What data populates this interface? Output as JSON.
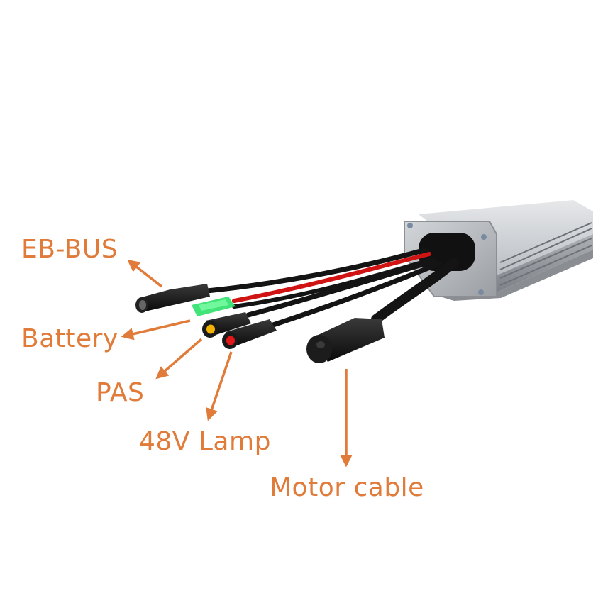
{
  "photo": {
    "subject": "e-bike motor controller with connector cables"
  },
  "callouts": {
    "eb_bus": "EB-BUS",
    "battery": "Battery",
    "pas": "PAS",
    "lamp": "48V Lamp",
    "motor_cable": "Motor cable"
  },
  "colors": {
    "label": "#e07b39",
    "arrow": "#e07b39",
    "housing": "#a9adb3",
    "cable_black": "#141414",
    "cable_red": "#d01414",
    "battery_plug": "#2ee06a",
    "pas_plug": "#f2b200",
    "lamp_plug": "#e21818"
  }
}
